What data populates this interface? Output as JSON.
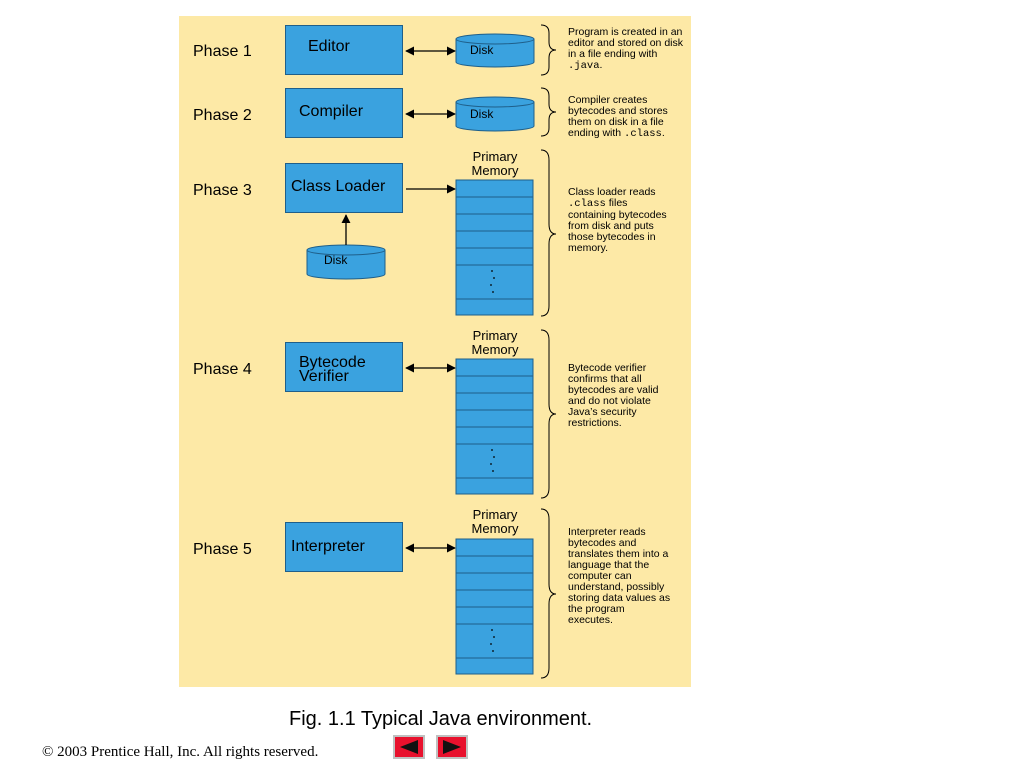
{
  "phases": [
    {
      "label": "Phase 1",
      "component": "Editor",
      "desc_parts": [
        "Program is created in an editor and stored on disk in a file ending with ",
        ".java",
        "."
      ]
    },
    {
      "label": "Phase 2",
      "component": "Compiler",
      "desc_parts": [
        "Compiler creates bytecodes and stores them on disk in a file ending with ",
        ".class",
        "."
      ]
    },
    {
      "label": "Phase 3",
      "component": "Class Loader",
      "desc_parts": [
        "Class loader reads ",
        ".class",
        " files containing bytecodes from disk and puts those bytecodes in memory."
      ]
    },
    {
      "label": "Phase 4",
      "component": "Bytecode\nVerifier",
      "desc_parts": [
        "Bytecode verifier confirms that all bytecodes are valid and do not violate Java’s security restrictions."
      ]
    },
    {
      "label": "Phase 5",
      "component": "Interpreter",
      "desc_parts": [
        "Interpreter reads bytecodes and translates them into a language that the computer can understand, possibly storing data values as the program executes."
      ]
    }
  ],
  "disk_label": "Disk",
  "memory_label": "Primary\nMemory",
  "caption": "Fig. 1.1 Typical Java environment.",
  "copyright": "© 2003 Prentice Hall, Inc.  All rights reserved.",
  "colors": {
    "panel": "#fde9a6",
    "box": "#3aa2df",
    "nav_button": "#e8112d"
  },
  "icons": {
    "prev": "left-arrow-icon",
    "next": "right-arrow-icon"
  }
}
